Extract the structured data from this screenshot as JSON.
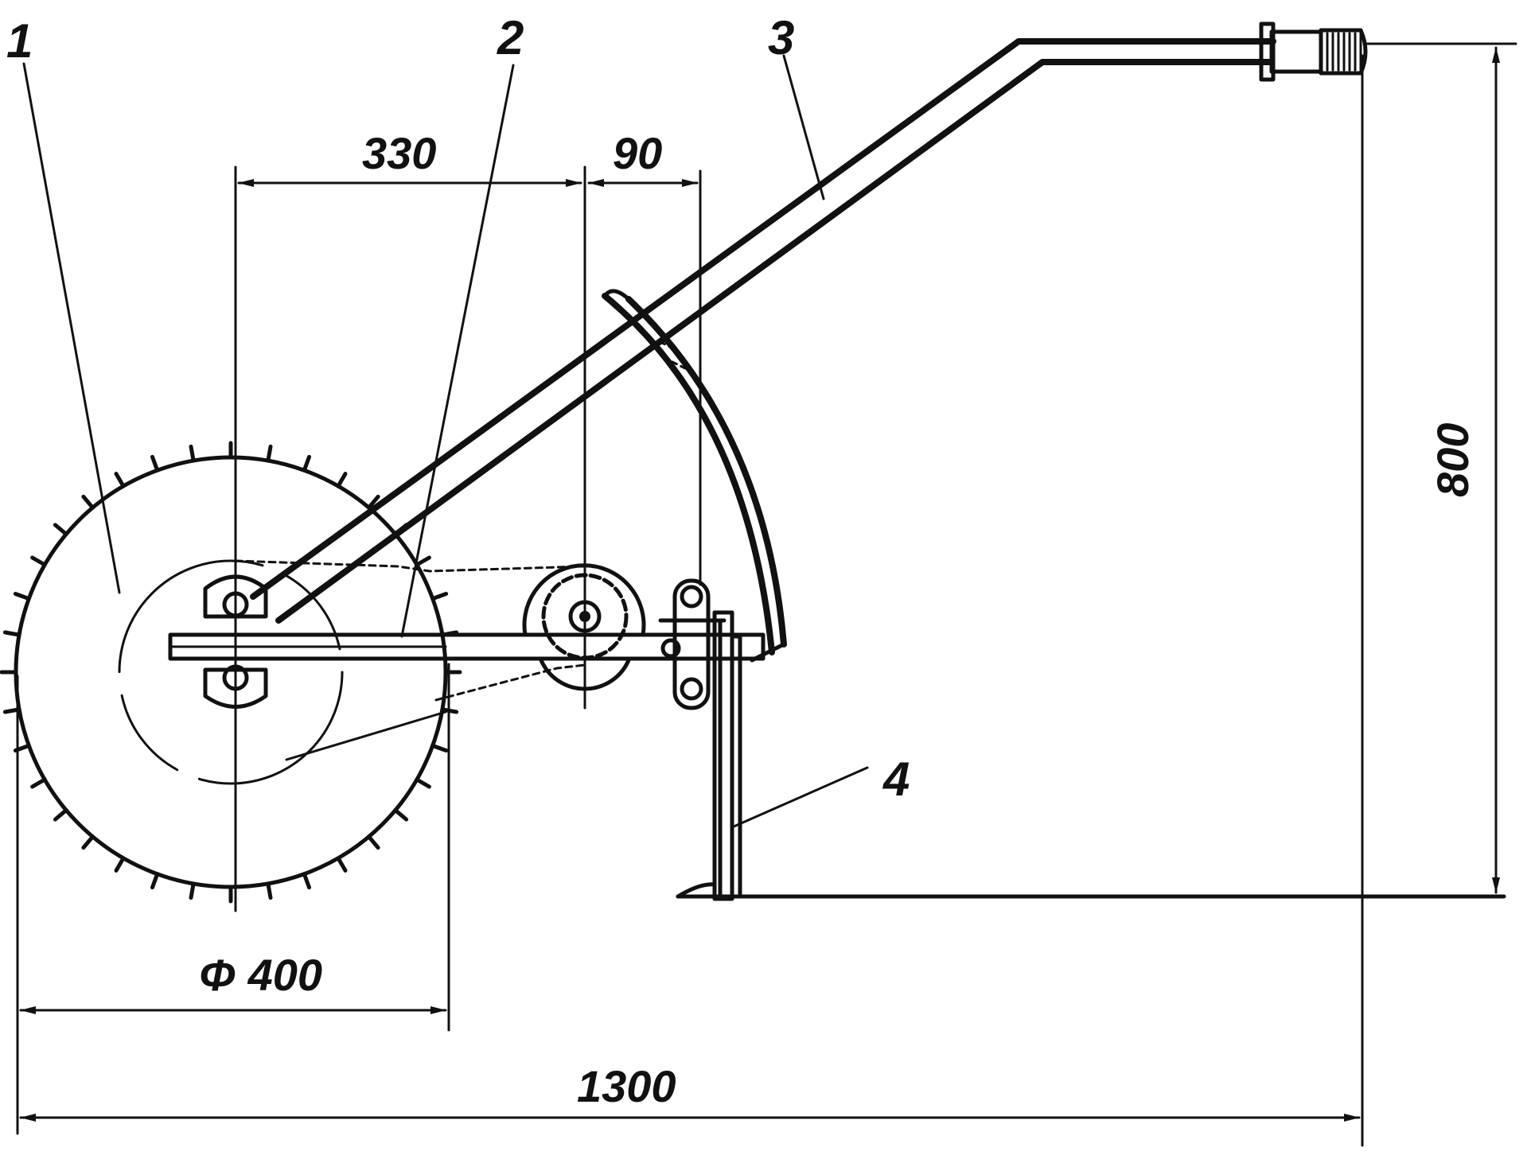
{
  "labels": {
    "part_1": "1",
    "part_2": "2",
    "part_3": "3",
    "part_4": "4"
  },
  "dimensions": {
    "axle_to_sprocket": "330",
    "sprocket_to_pivot": "90",
    "wheel_diameter": "Φ 400",
    "overall_length": "1300",
    "handle_height": "800"
  },
  "colors": {
    "ink": "#111111",
    "paper": "#ffffff"
  }
}
